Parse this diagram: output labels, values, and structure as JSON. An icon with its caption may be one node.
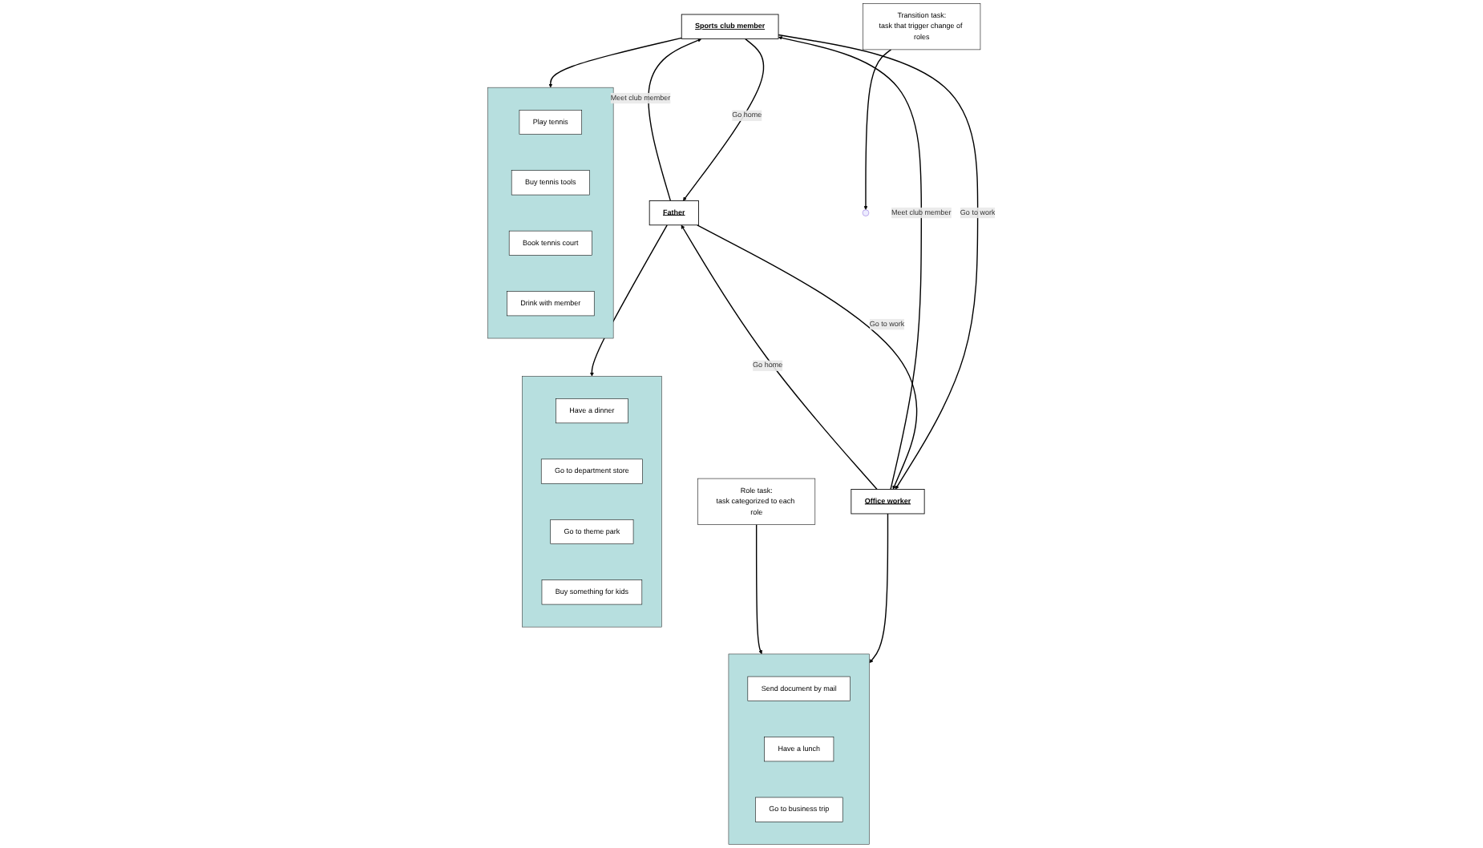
{
  "diagram": {
    "nodes": [
      {
        "text": [
          "Sports club member"
        ]
      },
      {
        "text": [],
        "shape": "box"
      },
      {
        "text": [
          "Play tennis"
        ],
        "in": 1
      },
      {
        "text": [
          "Buy tennis tools"
        ],
        "in": 1
      },
      {
        "text": [
          "Book tennis court"
        ],
        "in": 1
      },
      {
        "text": [
          "Drink with member"
        ],
        "in": 1
      },
      {
        "text": [
          "Transition task:",
          "task that trigger change of roles"
        ]
      },
      {
        "text": [
          "Father"
        ]
      },
      {
        "text": [
          "Office worker"
        ]
      },
      {
        "text": [
          "Role task:",
          "task categorized to each role"
        ]
      },
      {
        "text": [],
        "shape": "box"
      },
      {
        "text": [
          "Have a dinner"
        ],
        "in": 10
      },
      {
        "text": [
          "Go to department store"
        ],
        "in": 10
      },
      {
        "text": [
          "Go to theme park"
        ],
        "in": 10
      },
      {
        "text": [
          "Buy something for kids"
        ],
        "in": 10
      },
      {
        "text": [],
        "shape": "box"
      },
      {
        "text": [
          "Send document by mail"
        ],
        "in": 15
      },
      {
        "text": [
          "Have a lunch"
        ],
        "in": 15
      },
      {
        "text": [
          "Go to business trip"
        ],
        "in": 15
      }
    ],
    "edges": [
      {
        "from": 0,
        "to": 1,
        "arrow": "to"
      },
      {
        "from": 7,
        "to": 0,
        "arrow": "to",
        "label": "Meet club member"
      },
      {
        "from": 0,
        "to": 7,
        "arrow": "to",
        "label": "Go home"
      },
      {
        "from": 0,
        "to": 8,
        "arrow": "to",
        "label": "Go to work"
      },
      {
        "from": 8,
        "to": 0,
        "arrow": "to",
        "label": "Meet club member"
      },
      {
        "from": 7,
        "to": 8,
        "arrow": "to",
        "label": "Go to work"
      },
      {
        "from": 8,
        "to": 7,
        "arrow": "to",
        "label": "Go home"
      },
      {
        "from": 7,
        "to": 10,
        "arrow": "to"
      },
      {
        "from": 8,
        "to": 15,
        "arrow": "to"
      },
      {
        "from": 6,
        "to": null,
        "arrow": "to"
      },
      {
        "from": 9,
        "to": 15,
        "arrow": "to"
      }
    ]
  }
}
